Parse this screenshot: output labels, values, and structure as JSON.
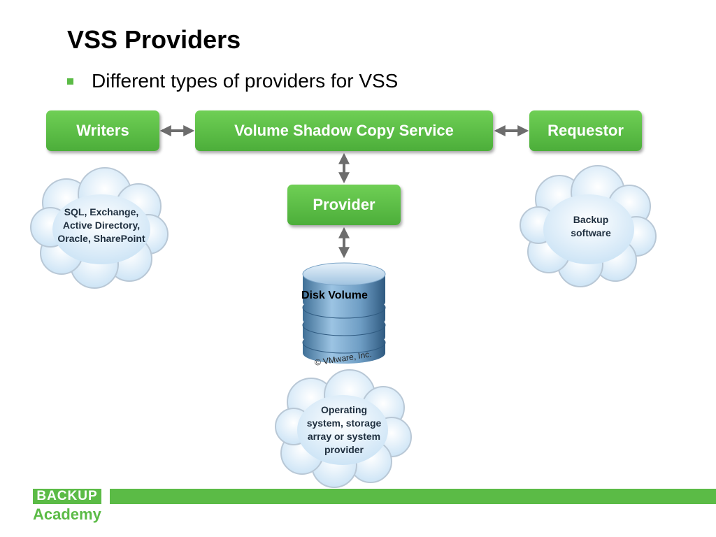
{
  "slide": {
    "title": "VSS Providers",
    "bullet": "Different types of providers for VSS"
  },
  "diagram": {
    "writers": "Writers",
    "vss": "Volume Shadow Copy Service",
    "requestor": "Requestor",
    "provider": "Provider",
    "disk_volume": "Disk Volume",
    "copyright": "© VMware, Inc.",
    "cloud_writers": [
      "SQL, Exchange,",
      "Active Directory,",
      "Oracle, SharePoint"
    ],
    "cloud_requestor": [
      "Backup",
      "software"
    ],
    "cloud_provider": [
      "Operating",
      "system, storage",
      "array or system",
      "provider"
    ]
  },
  "footer": {
    "logo_top": "BACKUP",
    "logo_bottom": "Academy"
  },
  "colors": {
    "accent_green": "#5bbb46",
    "arrow_gray": "#6d6d6d",
    "cloud_blue": "#d6eaf8"
  }
}
